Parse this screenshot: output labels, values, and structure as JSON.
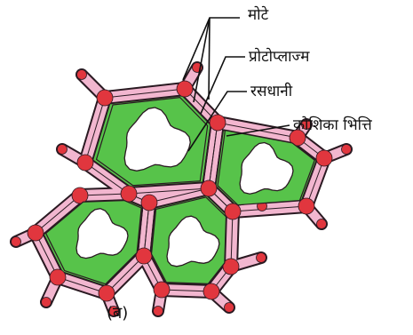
{
  "labels": {
    "thickenings": "मोटे",
    "protoplasm": "प्रोटोप्लाज्म",
    "vacuole": "रसधानी",
    "cell_wall": "कोशिका भित्ति"
  },
  "caption": "(ब)",
  "colors": {
    "cell_wall": "#f2b6cf",
    "wall_outline": "#2a1a22",
    "protoplasm": "#57c34a",
    "thickening": "#e1363e",
    "vacuole": "#ffffff"
  }
}
